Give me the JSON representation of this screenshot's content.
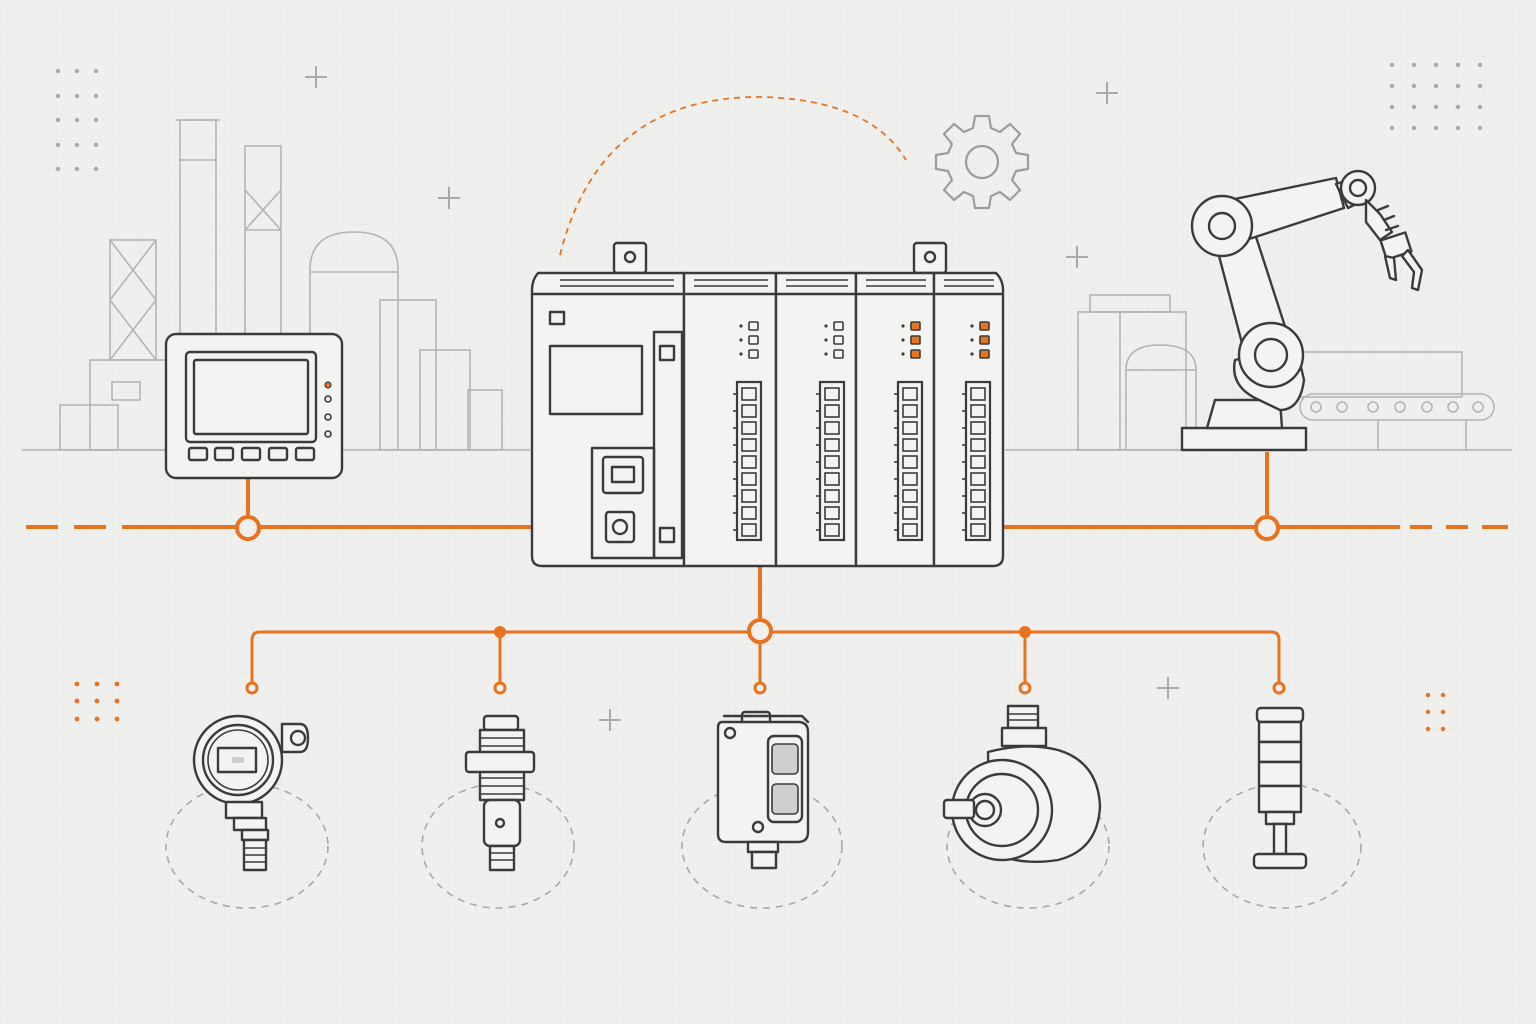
{
  "colors": {
    "accent": "#e8731f",
    "outline": "#3b3b3b",
    "background": "#efefee",
    "grid": "#e3e3e2",
    "sketch": "#b4b4b4"
  },
  "icons": {
    "controller": "plc-rack-icon",
    "hmi": "hmi-panel-icon",
    "robot": "robot-arm-icon",
    "gear": "gear-icon",
    "devices": [
      "pressure-transmitter-icon",
      "proximity-sensor-icon",
      "photoelectric-sensor-icon",
      "rotary-encoder-icon",
      "stack-light-icon"
    ]
  },
  "io_modules": [
    {
      "leds": [
        "off",
        "off",
        "off"
      ]
    },
    {
      "leds": [
        "off",
        "off",
        "off"
      ]
    },
    {
      "leds": [
        "on",
        "on",
        "on"
      ]
    },
    {
      "leds": [
        "on",
        "on",
        "on"
      ]
    }
  ],
  "stack_light": {
    "segments": [
      "off",
      "off",
      "on",
      "off"
    ]
  }
}
